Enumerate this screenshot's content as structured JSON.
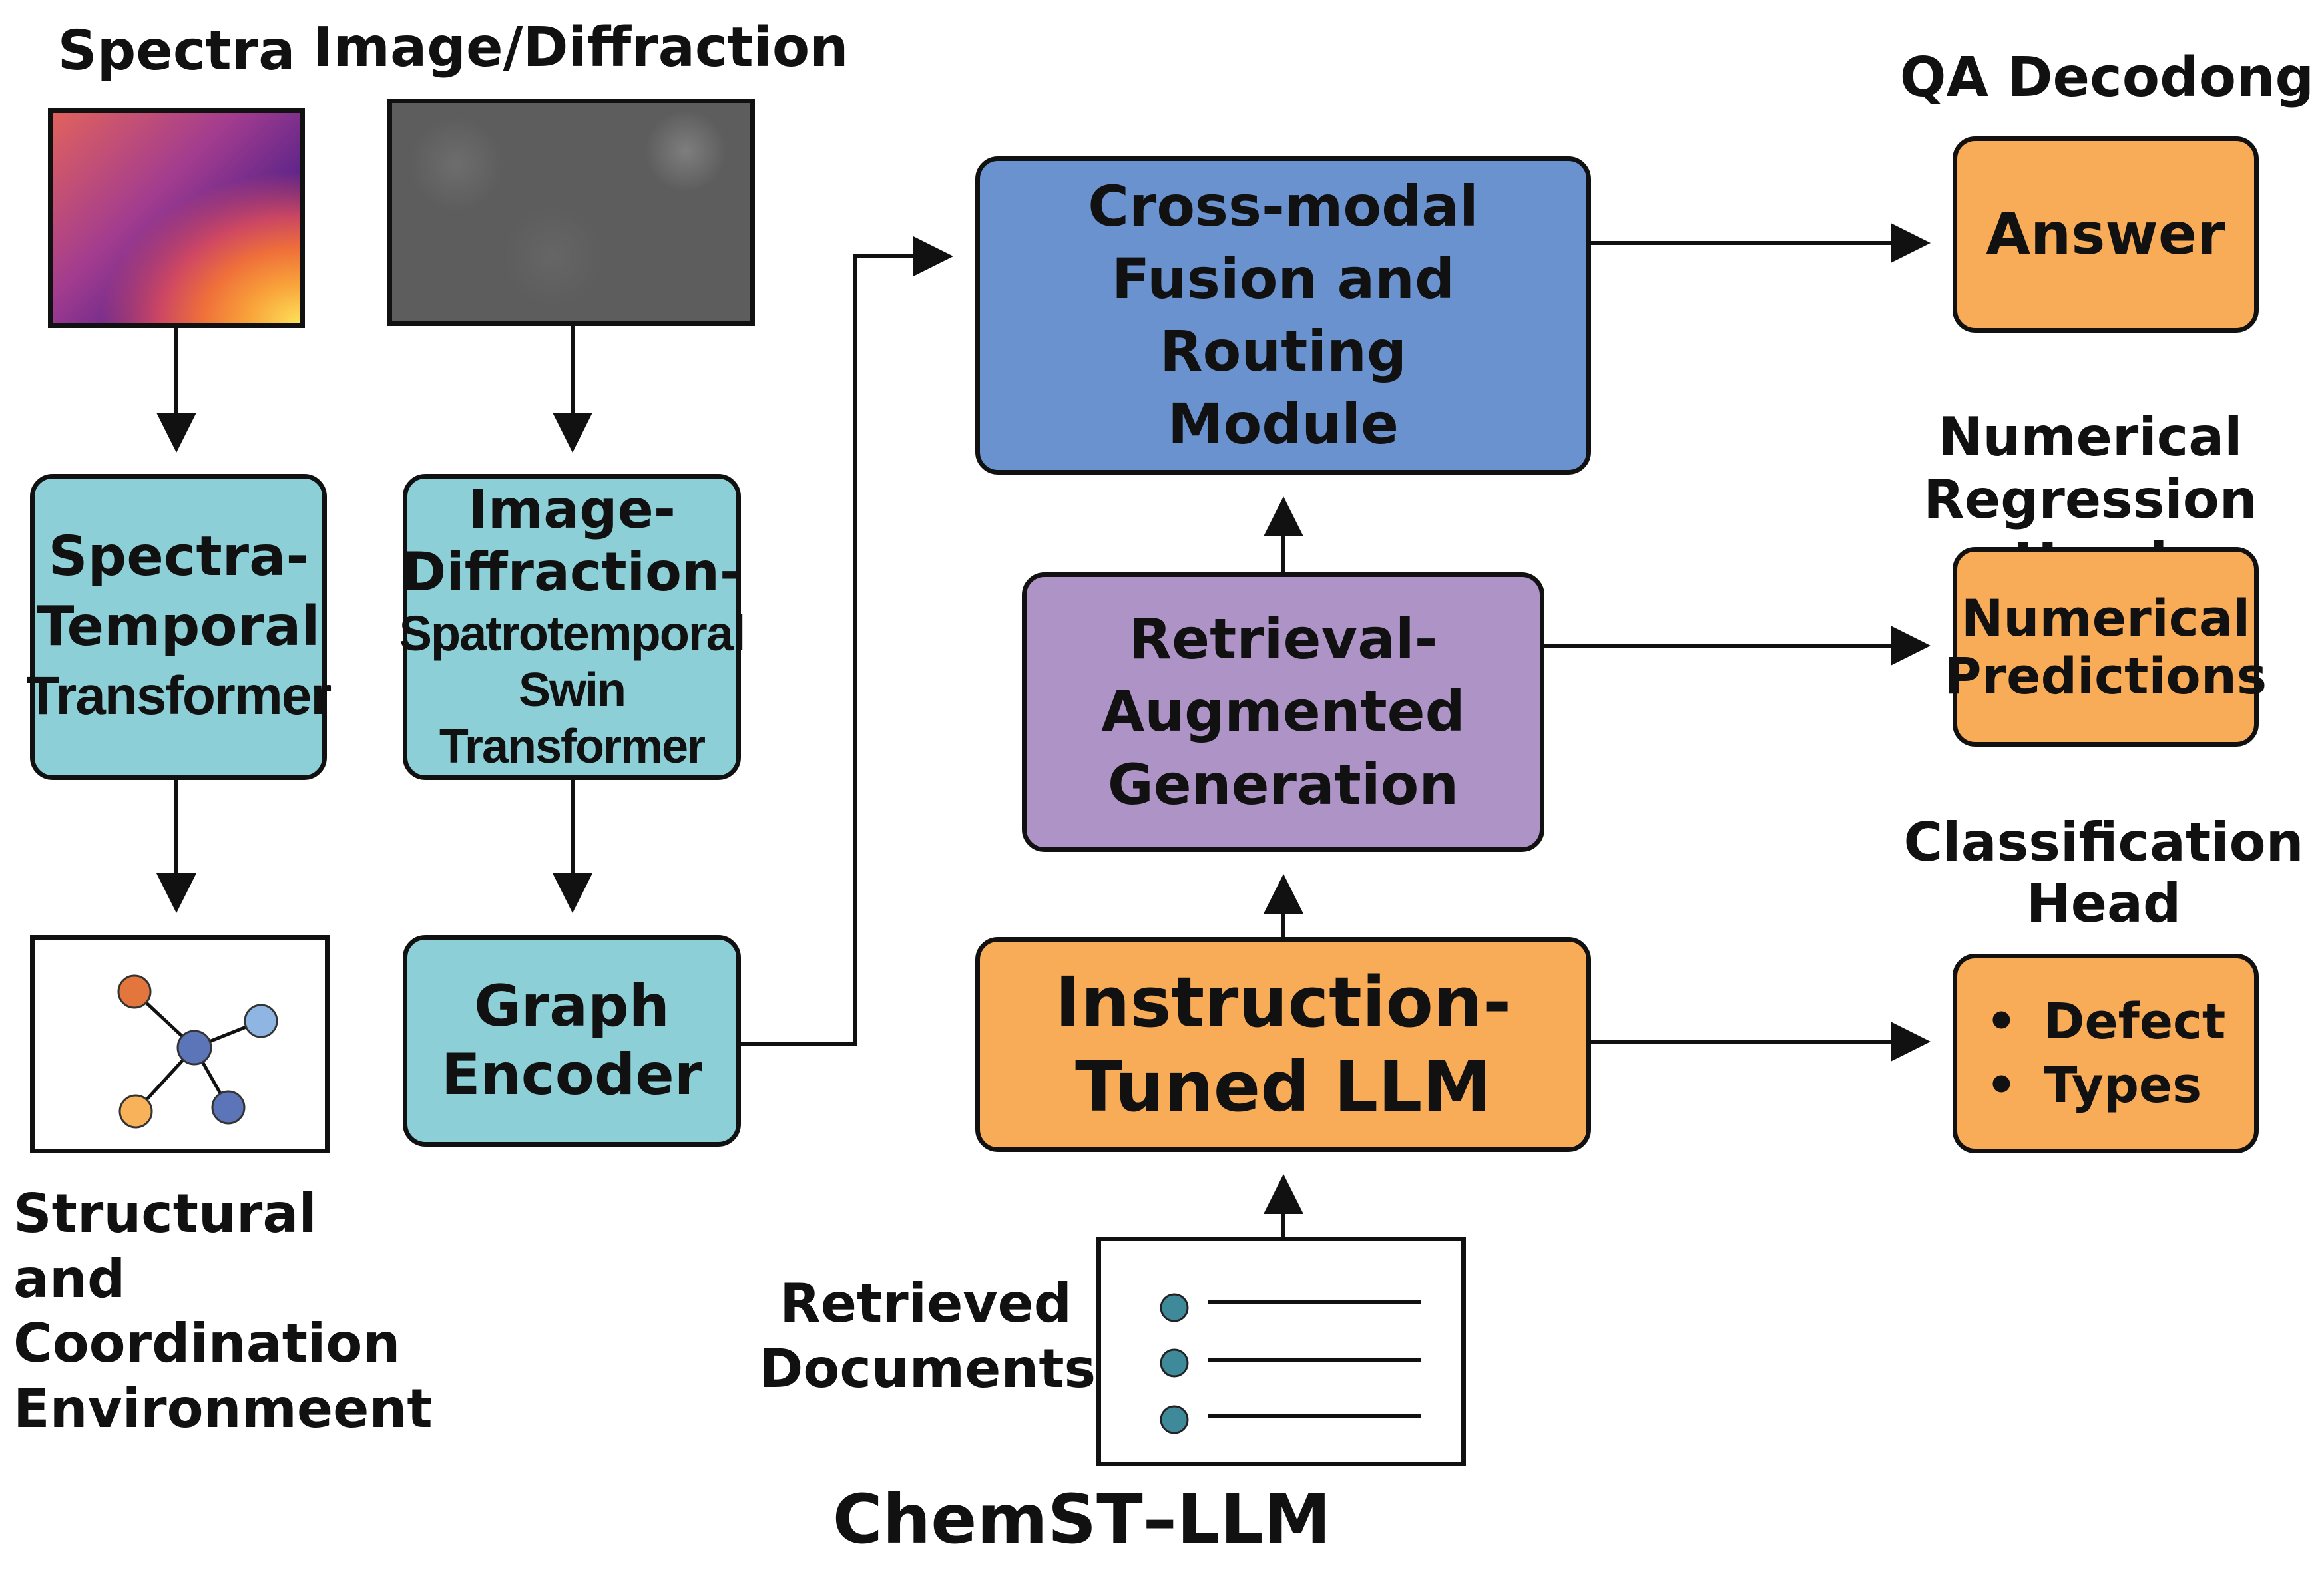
{
  "inputs": {
    "spectra_label": "Spectra",
    "image_label": "Image/Diffraction",
    "structural_label": [
      "Structural and",
      "Coordination",
      "Environmeent"
    ]
  },
  "encoders": {
    "spectra_transformer": [
      "Spectra-",
      "Temporal",
      "Transformer"
    ],
    "image_transformer": [
      "Image-",
      "Diffraction-",
      "Spatrotemporal",
      "Swin Transformer"
    ],
    "graph_encoder": [
      "Graph",
      "Encoder"
    ]
  },
  "core": {
    "fusion": [
      "Cross-modal",
      "Fusion and Routing",
      "Module"
    ],
    "rag": [
      "Retrieval-",
      "Augmented",
      "Generation"
    ],
    "llm": [
      "Instruction-",
      "Tuned LLM"
    ],
    "documents_label": [
      "Retrieved",
      "Documents"
    ]
  },
  "heads": {
    "qa_title": "QA Decodong",
    "qa_box": "Answer",
    "regression_title": [
      "Numerical",
      "Regression Head"
    ],
    "regression_box": [
      "Numerical",
      "Predictions"
    ],
    "classification_title": [
      "Classification",
      "Head"
    ],
    "classification_items": [
      "Defect",
      "Types"
    ]
  },
  "footer_title": "ChemST–LLM",
  "colors": {
    "teal": "#8ccfd6",
    "blue": "#6a92cf",
    "purple": "#ae93c7",
    "orange": "#f8ac58"
  }
}
